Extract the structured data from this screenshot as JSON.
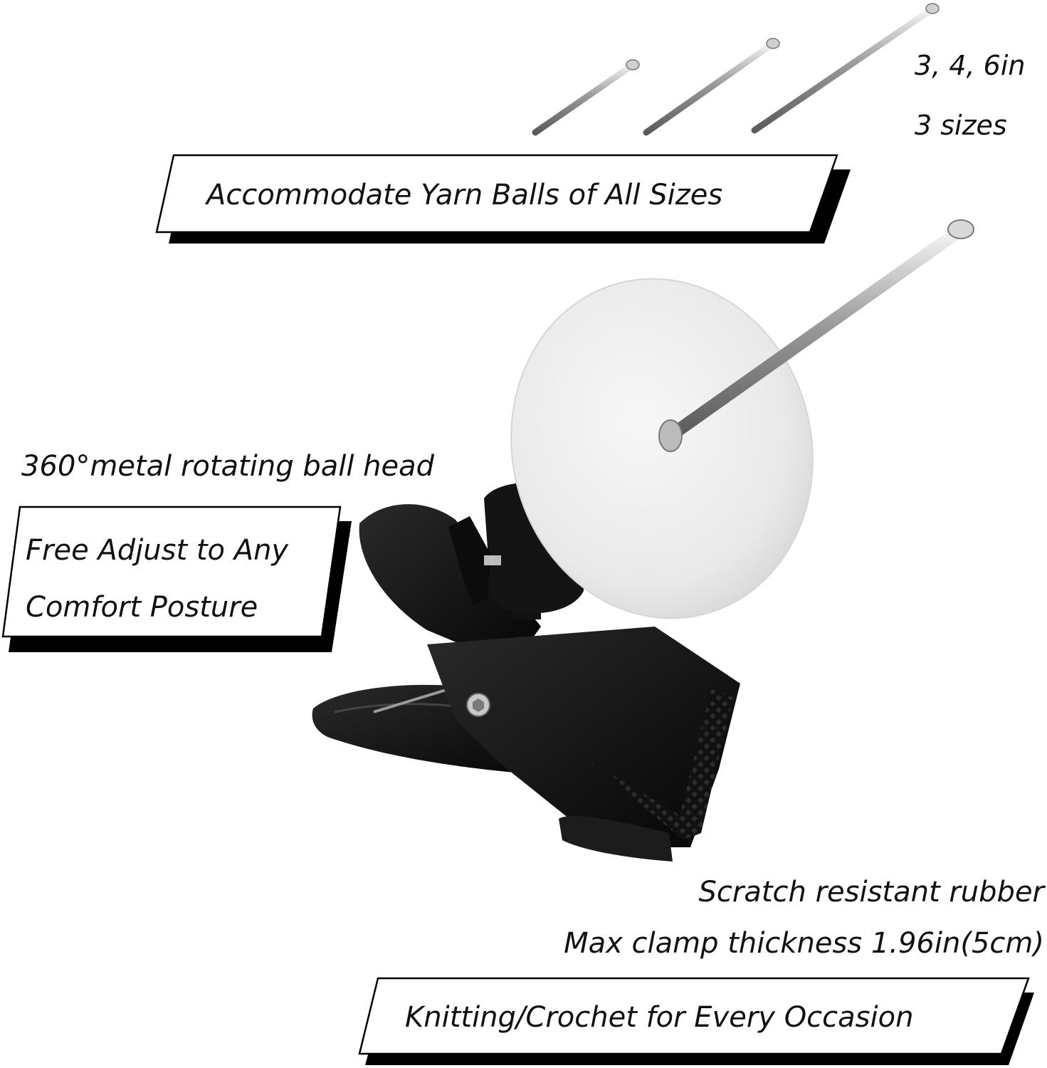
{
  "pins_caption": {
    "sizes_line": "3, 4, 6in",
    "count_line": "3 sizes"
  },
  "banner_top": {
    "text": "Accommodate Yarn Balls of All Sizes"
  },
  "ball_head_caption": {
    "text": "360°metal rotating ball head"
  },
  "banner_left": {
    "line1": "Free Adjust to Any",
    "line2": "Comfort Posture"
  },
  "clamp_caption": {
    "line1": "Scratch resistant rubber",
    "line2": "Max clamp thickness 1.96in(5cm)"
  },
  "banner_bottom": {
    "text": "Knitting/Crochet for Every Occasion"
  },
  "colors": {
    "background": "#ffffff",
    "text": "#111111",
    "banner_shadow": "#000000",
    "clamp": "#141414",
    "disc": "#eeeeee",
    "steel": "#b8b8b8"
  }
}
